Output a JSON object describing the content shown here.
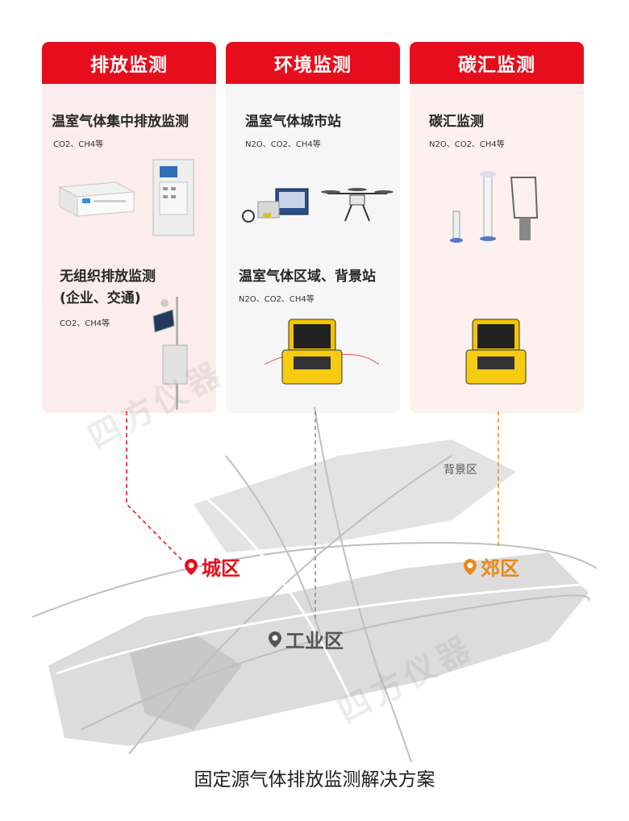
{
  "columns": [
    {
      "header": "排放监测",
      "sections": [
        {
          "title": "温室气体集中排放监测",
          "subtitle": "CO2、CH4等"
        },
        {
          "title": "无组织排放监测",
          "title2": "(企业、交通)",
          "subtitle": "CO2、CH4等"
        }
      ]
    },
    {
      "header": "环境监测",
      "sections": [
        {
          "title": "温室气体城市站",
          "subtitle": "N2O、CO2、CH4等"
        },
        {
          "title": "温室气体区域、背景站",
          "subtitle": "N2O、CO2、CH4等"
        }
      ]
    },
    {
      "header": "碳汇监测",
      "sections": [
        {
          "title": "碳汇监测",
          "subtitle": "N2O、CO2、CH4等"
        }
      ]
    }
  ],
  "map": {
    "city_label": "城区",
    "industrial_label": "工业区",
    "suburb_label": "郊区",
    "background_label": "背景区"
  },
  "watermark": "四方仪器",
  "caption": "固定源气体排放监测解决方案",
  "colors": {
    "brand_red": "#e60e1d",
    "suburb_orange": "#e8891c",
    "industrial_gray": "#555555"
  }
}
